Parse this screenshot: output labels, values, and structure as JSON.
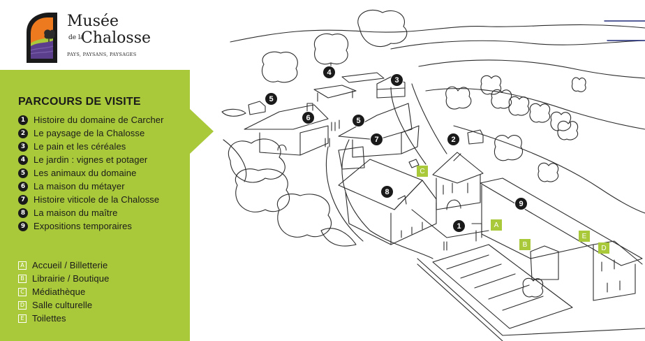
{
  "brand": {
    "line1": "Musée",
    "line2_small": "de la",
    "line2": "Chalosse",
    "tagline": "PAYS, PAYSANS, PAYSAGES"
  },
  "colors": {
    "accent_green": "#a9c93a",
    "ink": "#1a1a1a",
    "orange": "#ee7a1f",
    "purple": "#5b3f8c",
    "sky": "#9ccfe6"
  },
  "legend": {
    "title": "PARCOURS DE VISITE",
    "stops": [
      {
        "num": "1",
        "label": "Histoire du domaine de Carcher"
      },
      {
        "num": "2",
        "label": "Le paysage de la Chalosse"
      },
      {
        "num": "3",
        "label": "Le pain et les céréales"
      },
      {
        "num": "4",
        "label": "Le jardin : vignes et potager"
      },
      {
        "num": "5",
        "label": "Les animaux du domaine"
      },
      {
        "num": "6",
        "label": "La maison du métayer"
      },
      {
        "num": "7",
        "label": "Histoire viticole de la Chalosse"
      },
      {
        "num": "8",
        "label": "La maison du maître"
      },
      {
        "num": "9",
        "label": "Expositions temporaires"
      }
    ],
    "services": [
      {
        "code": "A",
        "label": "Accueil / Billetterie"
      },
      {
        "code": "B",
        "label": "Librairie / Boutique"
      },
      {
        "code": "C",
        "label": "Médiathèque"
      },
      {
        "code": "D",
        "label": "Salle culturelle"
      },
      {
        "code": "E",
        "label": "Toilettes"
      }
    ]
  },
  "map_markers": {
    "m1": "1",
    "m2": "2",
    "m3": "3",
    "m4": "4",
    "m5a": "5",
    "m5b": "5",
    "m6": "6",
    "m7": "7",
    "m8": "8",
    "m9": "9",
    "sA": "A",
    "sB": "B",
    "sC": "C",
    "sD": "D",
    "sE": "E"
  }
}
